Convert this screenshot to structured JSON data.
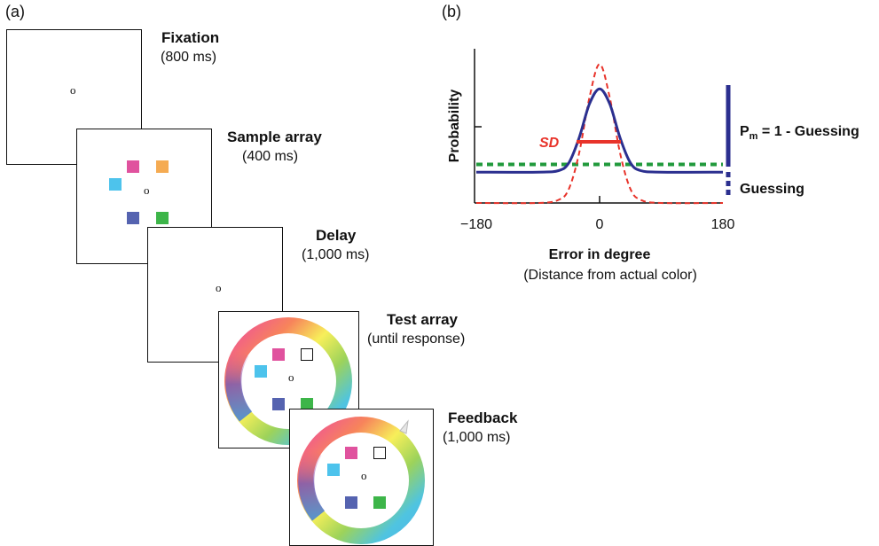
{
  "panel_a": {
    "label": "(a)",
    "fixation_symbol": "o",
    "stages": [
      {
        "title": "Fixation",
        "duration": "(800 ms)"
      },
      {
        "title": "Sample array",
        "duration": "(400 ms)"
      },
      {
        "title": "Delay",
        "duration": "(1,000 ms)"
      },
      {
        "title": "Test array",
        "duration": "(until response)"
      },
      {
        "title": "Feedback",
        "duration": "(1,000 ms)"
      }
    ],
    "item_colors": {
      "pink": "#e0529e",
      "orange": "#f5ab52",
      "cyan": "#4dc3ec",
      "blue": "#5563b0",
      "green": "#3db549"
    }
  },
  "panel_b": {
    "label": "(b)",
    "ylabel": "Probability",
    "xlabel": "Error in degree",
    "xlabel_sub": "(Distance from actual color)",
    "x_ticks": [
      "−180",
      "0",
      "180"
    ],
    "sd_label": "SD",
    "pm_label_prefix": "P",
    "pm_label_sub": "m",
    "pm_label_suffix": " = 1 - Guessing",
    "guessing_label": "Guessing",
    "colors": {
      "mixture_curve": "#2b2f8f",
      "von_mises": "#e8332a",
      "uniform": "#229a3c",
      "sd_bar": "#e8332a",
      "bracket": "#2b2f8f"
    }
  },
  "chart_data": {
    "type": "line",
    "xlabel": "Error in degree",
    "ylabel": "Probability",
    "xlim": [
      -180,
      180
    ],
    "x_ticks": [
      -180,
      0,
      180
    ],
    "series": [
      {
        "style": "solid",
        "x": [
          -180,
          -90,
          -60,
          -45,
          -30,
          -15,
          0,
          15,
          30,
          45,
          60,
          90,
          180
        ],
        "y": [
          0.2,
          0.2,
          0.21,
          0.26,
          0.42,
          0.64,
          0.74,
          0.64,
          0.42,
          0.26,
          0.21,
          0.2,
          0.2
        ]
      },
      {
        "style": "dashed",
        "x": [
          -180,
          -90,
          -60,
          -45,
          -30,
          -15,
          0,
          15,
          30,
          45,
          60,
          90,
          180
        ],
        "y": [
          0.0,
          0.0,
          0.02,
          0.09,
          0.32,
          0.68,
          0.9,
          0.68,
          0.32,
          0.09,
          0.02,
          0.0,
          0.0
        ]
      },
      {
        "style": "dashed",
        "x": [
          -180,
          180
        ],
        "y": [
          0.25,
          0.25
        ]
      }
    ]
  }
}
